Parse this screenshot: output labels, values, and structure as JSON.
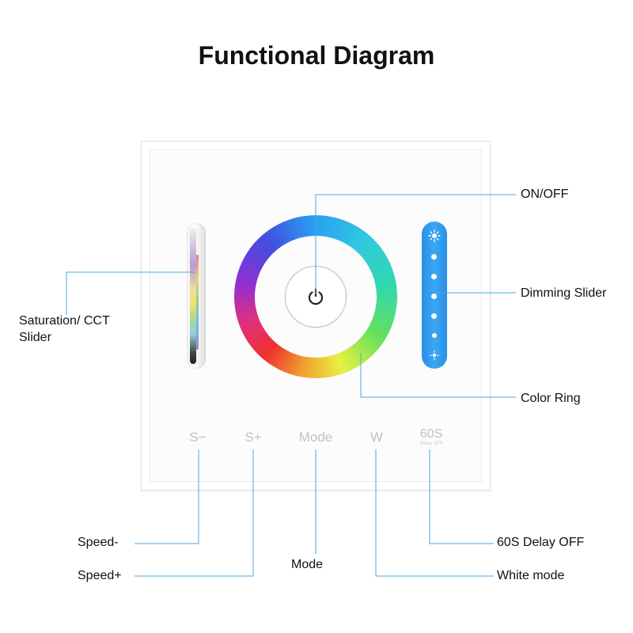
{
  "title": "Functional Diagram",
  "panel": {
    "buttons": {
      "speed_minus": "S−",
      "speed_plus": "S+",
      "mode": "Mode",
      "white": "W",
      "delay": "60S",
      "delay_sub": "Delay OFF"
    }
  },
  "callouts": {
    "on_off": "ON/OFF",
    "dimming_slider": "Dimming Slider",
    "saturation_line1": "Saturation/ CCT",
    "saturation_line2": "Slider",
    "color_ring": "Color Ring",
    "speed_minus": "Speed-",
    "speed_plus": "Speed+",
    "mode": "Mode",
    "white_mode": "White mode",
    "delay_off": "60S Delay OFF"
  },
  "colors": {
    "leader_line": "#4aa8e0",
    "dimming_slider": "#2f9cf0"
  }
}
